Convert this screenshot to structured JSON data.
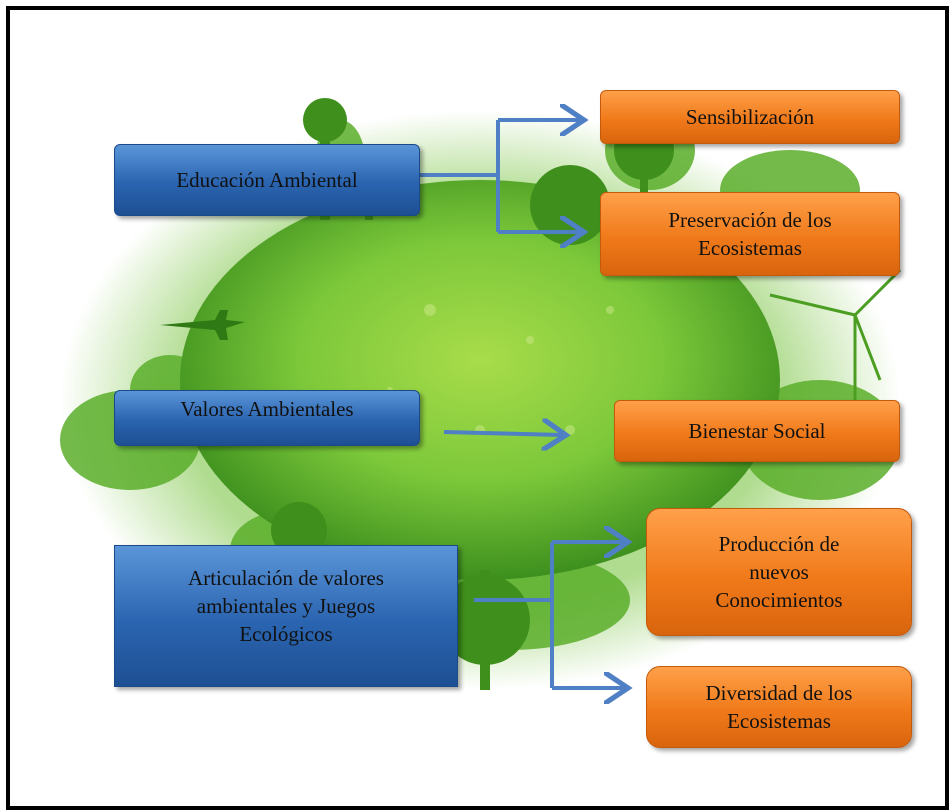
{
  "diagram": {
    "left_nodes": [
      {
        "id": "educacion",
        "label": "Educación Ambiental"
      },
      {
        "id": "valores",
        "label": "Valores Ambientales"
      },
      {
        "id": "articulacion",
        "label": "Articulación de valores ambientales y Juegos Ecológicos"
      }
    ],
    "right_nodes": [
      {
        "id": "sensibilizacion",
        "label": "Sensibilización"
      },
      {
        "id": "preservacion",
        "label": "Preservación de los Ecosistemas"
      },
      {
        "id": "bienestar",
        "label": "Bienestar Social"
      },
      {
        "id": "produccion",
        "label": "Producción de nuevos Conocimientos"
      },
      {
        "id": "diversidad",
        "label": "Diversidad de los Ecosistemas"
      }
    ],
    "edges": [
      {
        "from": "educacion",
        "to": "sensibilizacion"
      },
      {
        "from": "educacion",
        "to": "preservacion"
      },
      {
        "from": "valores",
        "to": "bienestar"
      },
      {
        "from": "articulacion",
        "to": "produccion"
      },
      {
        "from": "articulacion",
        "to": "diversidad"
      }
    ],
    "colors": {
      "left_box": "#2a64b0",
      "right_box": "#f07a1a",
      "arrow": "#4f7fc4",
      "planet": "#7cc83a"
    },
    "background_image": "green-eco-planet"
  }
}
